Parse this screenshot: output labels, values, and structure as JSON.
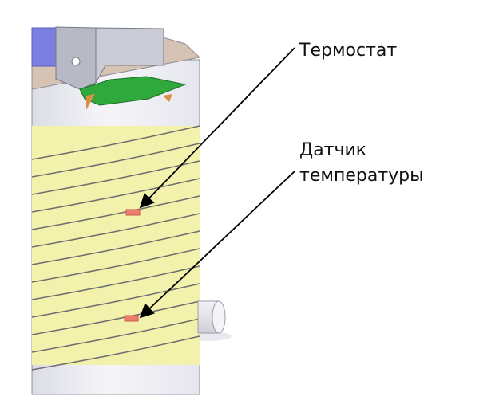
{
  "callouts": {
    "thermostat": "Термостат",
    "sensor_line1": "Датчик",
    "sensor_line2": "температуры"
  },
  "colors": {
    "background": "#ffffff",
    "tank_body": "#e9e9ef",
    "heater_coil": "#f3f2ad",
    "coil_edge": "#6f6f70",
    "bracket": "#2fa83c",
    "top_lid": "#d7c3b4",
    "component_box": "#7d7fe0",
    "sensor_patch": "#ee7d6b",
    "arrow": "#000000"
  },
  "icons": {
    "pipe": "pipe-outlet-icon"
  }
}
